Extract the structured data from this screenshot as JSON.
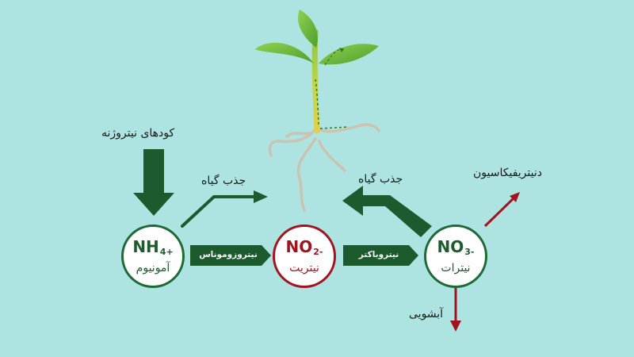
{
  "labels": {
    "fertilizer": "کودهای نیتروژنه",
    "plant_uptake_left": "جذب گیاه",
    "plant_uptake_right": "جذب گیاه",
    "denitrification": "دنیتریفیکاسیون",
    "leaching": "آبشویی"
  },
  "nodes": {
    "ammonium": {
      "symbol": "NH",
      "sub": "4+",
      "name": "آمونیوم"
    },
    "nitrite": {
      "symbol": "NO",
      "sub": "2-",
      "name": "نیتریت"
    },
    "nitrate": {
      "symbol": "NO",
      "sub": "3-",
      "name": "نیترات"
    }
  },
  "bacteria": {
    "nitrosomonas": "نیتروزوموناس",
    "nitrobacter": "نیتروباکتر"
  },
  "colors": {
    "background": "#ade4e2",
    "dark_green": "#1d6a36",
    "red": "#a3121f"
  }
}
